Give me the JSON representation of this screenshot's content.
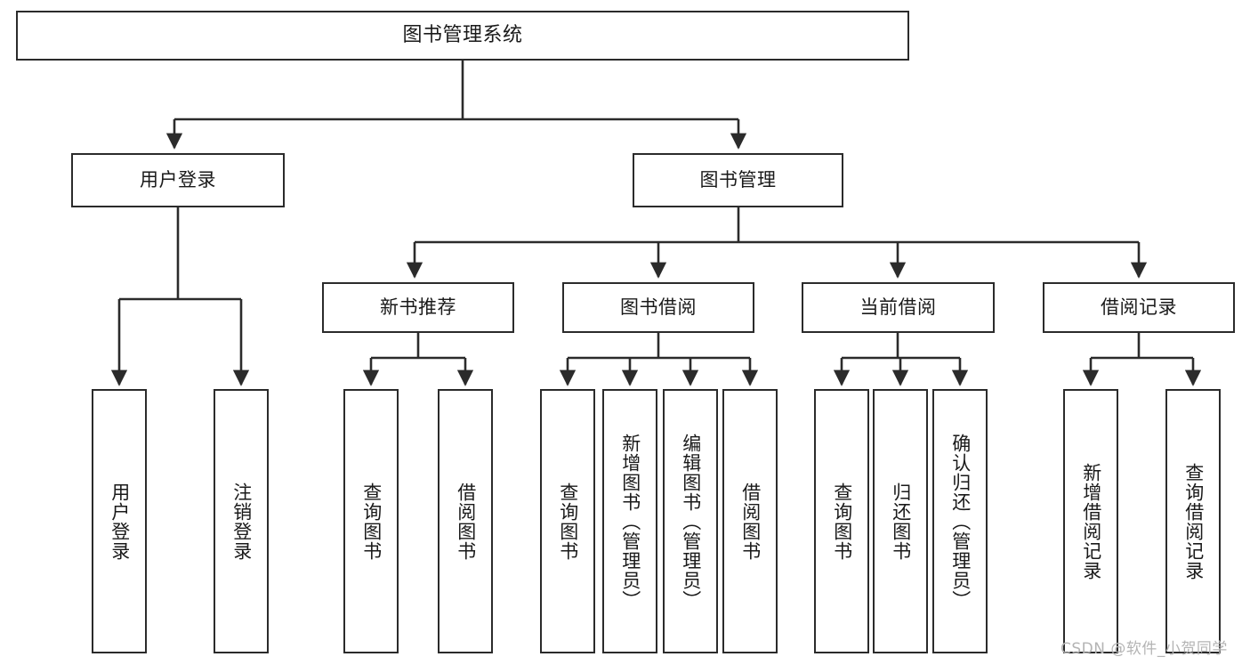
{
  "diagram": {
    "title": "图书管理系统",
    "watermark": "CSDN @软件_小贺同学",
    "line_color": "#2b2b2b",
    "text_color": "#1a1a1a",
    "background": "#ffffff",
    "watermark_color": "#b4b4b4"
  },
  "nodes": {
    "root": {
      "label": "图书管理系统",
      "level": 1
    },
    "user_login": {
      "label": "用户登录",
      "level": 2
    },
    "book_manage": {
      "label": "图书管理",
      "level": 2
    },
    "new_book_rec": {
      "label": "新书推荐",
      "level": 3
    },
    "book_borrow": {
      "label": "图书借阅",
      "level": 3
    },
    "current_borrow": {
      "label": "当前借阅",
      "level": 3
    },
    "borrow_record": {
      "label": "借阅记录",
      "level": 3
    },
    "leaf_user_login": {
      "label": "用户登录",
      "level": 4
    },
    "leaf_logout": {
      "label": "注销登录",
      "level": 4
    },
    "leaf_query_book_1": {
      "label": "查询图书",
      "level": 4
    },
    "leaf_borrow_book_1": {
      "label": "借阅图书",
      "level": 4
    },
    "leaf_query_book_2": {
      "label": "查询图书",
      "level": 4
    },
    "leaf_add_book": {
      "label": "新增图书（管理员）",
      "level": 4
    },
    "leaf_edit_book": {
      "label": "编辑图书（管理员）",
      "level": 4
    },
    "leaf_borrow_book_2": {
      "label": "借阅图书",
      "level": 4
    },
    "leaf_query_book_3": {
      "label": "查询图书",
      "level": 4
    },
    "leaf_return_book": {
      "label": "归还图书",
      "level": 4
    },
    "leaf_confirm_return": {
      "label": "确认归还（管理员）",
      "level": 4
    },
    "leaf_add_record": {
      "label": "新增借阅记录",
      "level": 4
    },
    "leaf_query_record": {
      "label": "查询借阅记录",
      "level": 4
    }
  },
  "chart_data": {
    "type": "diagram",
    "title": "图书管理系统",
    "layout": "top-down hierarchy tree",
    "edges": [
      {
        "from": "root",
        "to": "user_login"
      },
      {
        "from": "root",
        "to": "book_manage"
      },
      {
        "from": "user_login",
        "to": "leaf_user_login"
      },
      {
        "from": "user_login",
        "to": "leaf_logout"
      },
      {
        "from": "book_manage",
        "to": "new_book_rec"
      },
      {
        "from": "book_manage",
        "to": "book_borrow"
      },
      {
        "from": "book_manage",
        "to": "current_borrow"
      },
      {
        "from": "book_manage",
        "to": "borrow_record"
      },
      {
        "from": "new_book_rec",
        "to": "leaf_query_book_1"
      },
      {
        "from": "new_book_rec",
        "to": "leaf_borrow_book_1"
      },
      {
        "from": "book_borrow",
        "to": "leaf_query_book_2"
      },
      {
        "from": "book_borrow",
        "to": "leaf_add_book"
      },
      {
        "from": "book_borrow",
        "to": "leaf_edit_book"
      },
      {
        "from": "book_borrow",
        "to": "leaf_borrow_book_2"
      },
      {
        "from": "current_borrow",
        "to": "leaf_query_book_3"
      },
      {
        "from": "current_borrow",
        "to": "leaf_return_book"
      },
      {
        "from": "current_borrow",
        "to": "leaf_confirm_return"
      },
      {
        "from": "borrow_record",
        "to": "leaf_add_record"
      },
      {
        "from": "borrow_record",
        "to": "leaf_query_record"
      }
    ]
  }
}
